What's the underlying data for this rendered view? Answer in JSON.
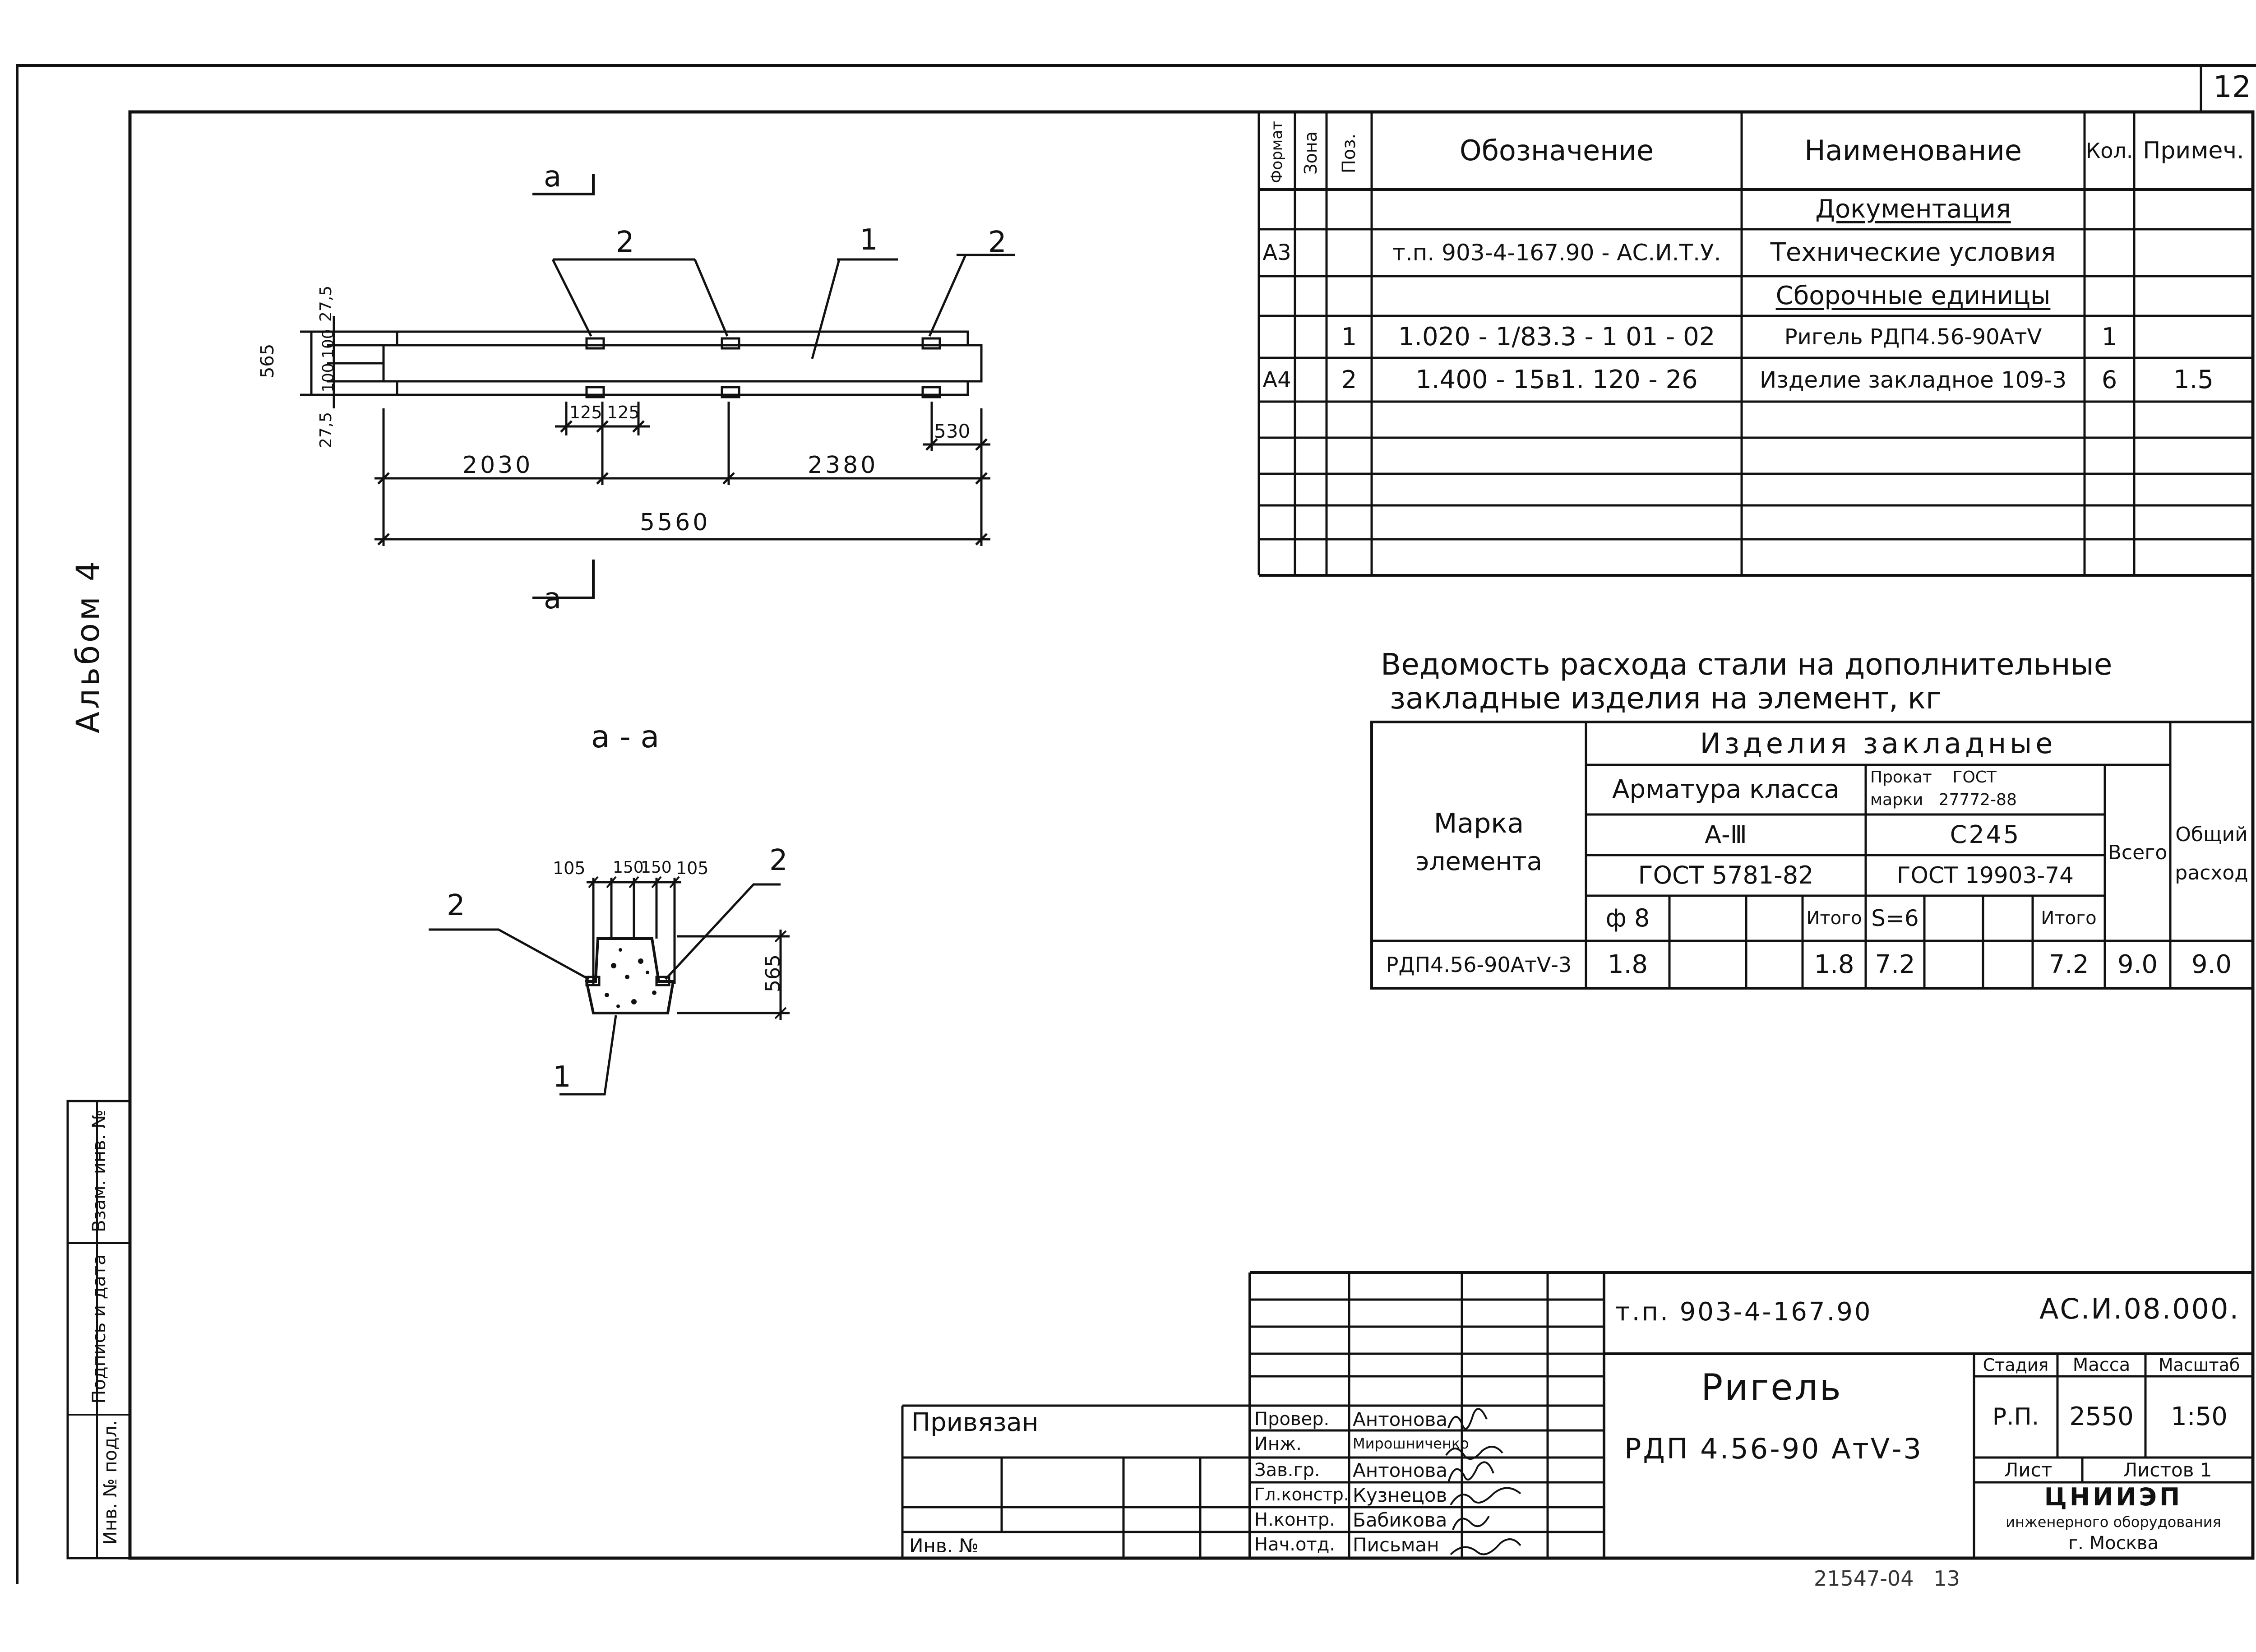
{
  "sheet": {
    "number": "12",
    "album": "Альбом 4",
    "bottom_stamp": "21547-04   13"
  },
  "side_stamp": {
    "inv_podl": "Инв. № подл.",
    "podpis_data": "Подпись и дата",
    "vzam_inv": "Взам. инв. №"
  },
  "spec_table": {
    "headers": {
      "format": "Формат",
      "zona": "Зона",
      "poz": "Поз.",
      "oboznachenie": "Обозначение",
      "naimenovanie": "Наименование",
      "kol": "Кол.",
      "primech": "Примеч."
    },
    "rows": [
      {
        "format": "",
        "poz": "",
        "oboznachenie": "",
        "naimenovanie": "Документация",
        "kol": "",
        "primech": ""
      },
      {
        "format": "А3",
        "poz": "",
        "oboznachenie": "т.п. 903-4-167.90 - АС.И.Т.У.",
        "naimenovanie": "Технические условия",
        "kol": "",
        "primech": ""
      },
      {
        "format": "",
        "poz": "",
        "oboznachenie": "",
        "naimenovanie": "Сборочные единицы",
        "kol": "",
        "primech": ""
      },
      {
        "format": "",
        "poz": "1",
        "oboznachenie": "1.020 - 1/83.3 - 1 01 - 02",
        "naimenovanie": "Ригель РДП4.56-90АтⅤ",
        "kol": "1",
        "primech": ""
      },
      {
        "format": "А4",
        "poz": "2",
        "oboznachenie": "1.400 - 15в1. 120 - 26",
        "naimenovanie": "Изделие закладное 109-3",
        "kol": "6",
        "primech": "1.5"
      }
    ]
  },
  "drawing": {
    "section_mark": "а",
    "section_title": "а - а",
    "dims": {
      "h565": "565",
      "d27_top": "27,5",
      "d100a": "100",
      "d100b": "100",
      "d27_bot": "27,5",
      "d125a": "125",
      "d125b": "125",
      "d530": "530",
      "d2030": "2030",
      "d2380": "2380",
      "d5560": "5560",
      "s105a": "105",
      "s150a": "150",
      "s150b": "150",
      "s105b": "105",
      "s565": "565"
    },
    "labels": {
      "pos1": "1",
      "pos2": "2"
    }
  },
  "steel_table": {
    "title": "Ведомость расхода стали на дополнительные закладные изделия на элемент, кг",
    "title_line1": "Ведомость расхода стали на дополнительные",
    "title_line2": "закладные изделия на элемент, кг",
    "izdelia": "Изделия закладные",
    "marka": "Марка элемента",
    "marka_l1": "Марка",
    "marka_l2": "элемента",
    "armatura": "Арматура класса",
    "klass": "А-Ⅲ",
    "gost_arm": "ГОСТ 5781-82",
    "prokat_l1": "Прокат    ГОСТ",
    "prokat_l2": "марки   27772-88",
    "steel": "С245",
    "gost_prokat": "ГОСТ 19903-74",
    "vsego": "Всего",
    "obshii_l1": "Общий",
    "obshii_l2": "расход",
    "phi8": "ф 8",
    "itogo": "Итого",
    "s6": "S=6",
    "row": {
      "marka": "РДП4.56-90АтⅤ-3",
      "phi8": "1.8",
      "itogo1": "1.8",
      "s6": "7.2",
      "itogo2": "7.2",
      "vsego": "9.0",
      "obshii": "9.0"
    }
  },
  "title_block": {
    "privyazan": "Привязан",
    "inv_no": "Инв. №",
    "project_code": "т.п. 903-4-167.90",
    "doc_code": "АС.И.08.000.",
    "name_l1": "Ригель",
    "name_l2": "РДП 4.56-90 АтⅤ-3",
    "stadia": "Стадия",
    "massa": "Масса",
    "masshtab": "Масштаб",
    "stadia_val": "Р.П.",
    "massa_val": "2550",
    "masshtab_val": "1:50",
    "list": "Лист",
    "listov": "Листов 1",
    "org_l1": "ЦНИИЭП",
    "org_l2": "инженерного оборудования",
    "org_l3": "г. Москва",
    "signers": [
      {
        "role": "Провер.",
        "name": "Антонова"
      },
      {
        "role": "Инж.",
        "name": "Мирошниченко"
      },
      {
        "role": "Зав.гр.",
        "name": "Антонова"
      },
      {
        "role": "Гл.констр.",
        "name": "Кузнецов"
      },
      {
        "role": "Н.контр.",
        "name": "Бабикова"
      },
      {
        "role": "Нач.отд.",
        "name": "Письман"
      }
    ]
  }
}
